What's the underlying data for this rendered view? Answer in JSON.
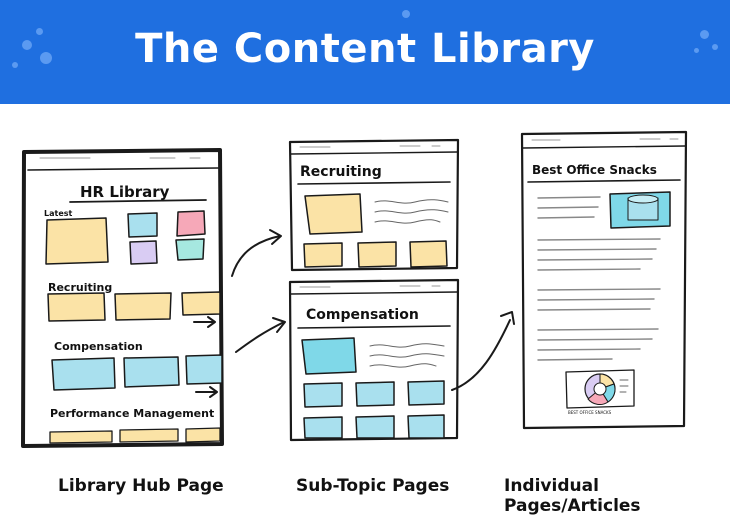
{
  "banner": {
    "title": "The Content Library"
  },
  "hub": {
    "title": "HR Library",
    "sections": [
      "Latest",
      "Recruiting",
      "Compensation",
      "Performance Management"
    ]
  },
  "subtopics": [
    {
      "title": "Recruiting"
    },
    {
      "title": "Compensation"
    }
  ],
  "article": {
    "title": "Best Office Snacks",
    "chart_caption": "BEST OFFICE SNACKS"
  },
  "captions": {
    "hub": "Library Hub Page",
    "subtopic": "Sub-Topic Pages",
    "article": "Individual Pages/Articles"
  },
  "colors": {
    "banner": "#1f6fe0",
    "yellow": "#fbe3a6",
    "blue": "#a9e0ee",
    "cyan": "#7fd8e8",
    "pink": "#f6a8b8",
    "purple": "#d9ccf3",
    "teal": "#a6e8e0"
  }
}
